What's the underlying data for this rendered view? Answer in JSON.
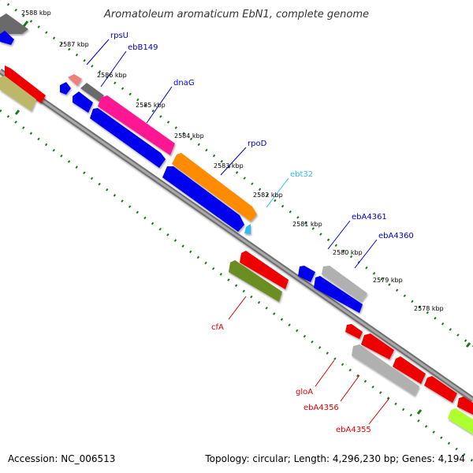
{
  "title": "Aromatoleum aromaticum EbN1, complete genome",
  "footer": {
    "accession": "Accession: NC_006513",
    "summary": "Topology: circular; Length: 4,296,230 bp; Genes: 4,194"
  },
  "ticks": [
    {
      "label": "2588 kbp"
    },
    {
      "label": "2587 kbp"
    },
    {
      "label": "2586 kbp"
    },
    {
      "label": "2585 kbp"
    },
    {
      "label": "2584 kbp"
    },
    {
      "label": "2583 kbp"
    },
    {
      "label": "2582 kbp"
    },
    {
      "label": "2581 kbp"
    },
    {
      "label": "2580 kbp"
    },
    {
      "label": "2579 kbp"
    },
    {
      "label": "2578 kbp"
    }
  ],
  "gene_labels": [
    {
      "name": "rpsU",
      "color": "#0000cc"
    },
    {
      "name": "ebB149",
      "color": "#0000cc"
    },
    {
      "name": "dnaG",
      "color": "#0000cc"
    },
    {
      "name": "rpoD",
      "color": "#0000cc"
    },
    {
      "name": "ebt32",
      "color": "#33bbee"
    },
    {
      "name": "ebA4361",
      "color": "#0000cc"
    },
    {
      "name": "ebA4360",
      "color": "#0000cc"
    },
    {
      "name": "cfA",
      "color": "#dd0000"
    },
    {
      "name": "gloA",
      "color": "#dd0000"
    },
    {
      "name": "ebA4356",
      "color": "#dd0000"
    },
    {
      "name": "ebA4355",
      "color": "#dd0000"
    }
  ],
  "colors": {
    "backbone": "#888888",
    "tick_dots": "#1a7a1a",
    "red": "#ee0000",
    "blue": "#0000ee",
    "magenta": "#ff1493",
    "orange": "#ff8c00",
    "gray": "#b0b0b0",
    "darkgray": "#6a6a6a",
    "olive": "#6b8e23",
    "khaki": "#bdb76b",
    "pink": "#f08080",
    "lime": "#adff2f",
    "cyan": "#33bbee"
  }
}
